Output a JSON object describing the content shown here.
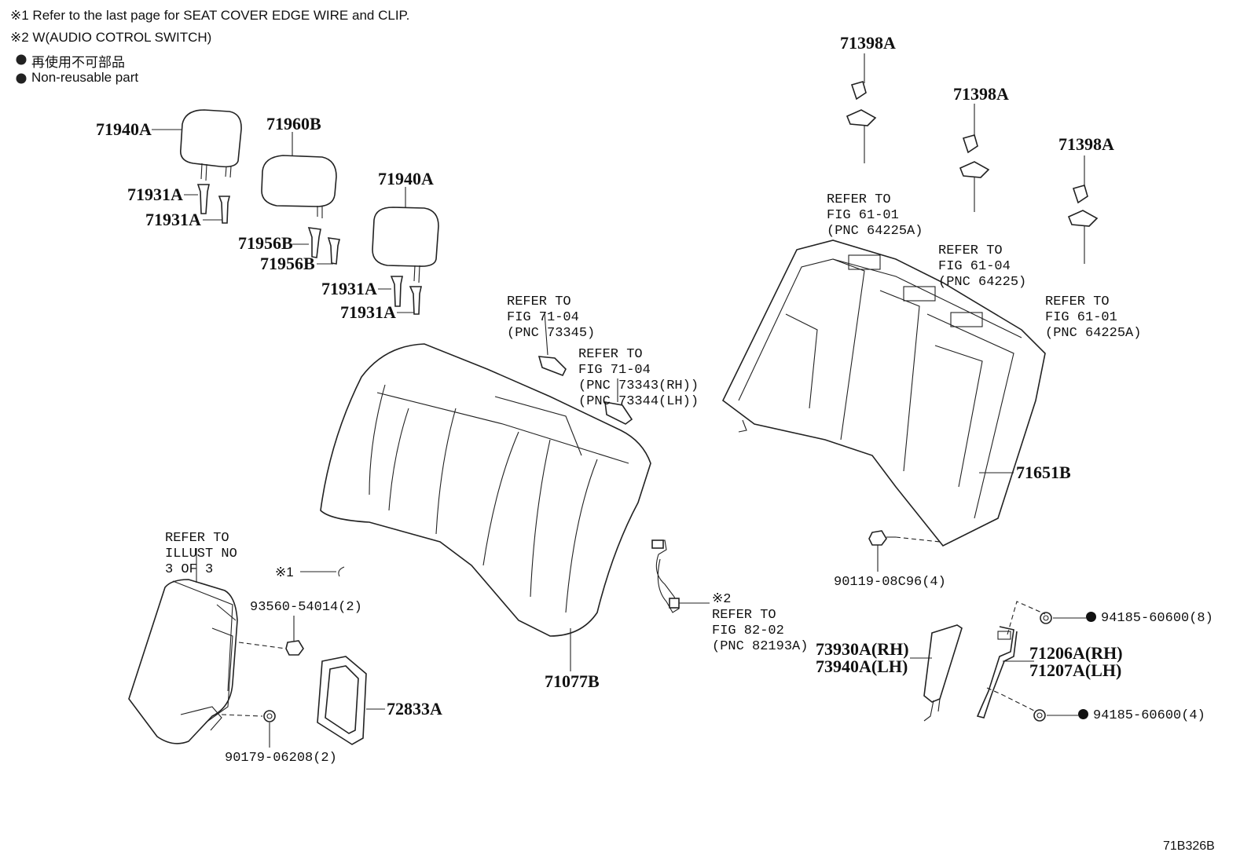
{
  "notes": {
    "note1": "※1  Refer to the last page for SEAT COVER EDGE WIRE and CLIP.",
    "note2": "※2  W(AUDIO COTROL SWITCH)",
    "legend_jp": "再使用不可部品",
    "legend_en": "Non-reusable part"
  },
  "labels": {
    "headrest_left": "71940A",
    "headrest_center": "71960B",
    "headrest_right": "71940A",
    "support_1": "71931A",
    "support_2": "71931A",
    "support_3": "71931A",
    "support_4": "71931A",
    "support_center_1": "71956B",
    "support_center_2": "71956B",
    "hook_1": "71398A",
    "hook_2": "71398A",
    "hook_3": "71398A",
    "seatback_cover": "71077B",
    "seatback_frame": "71651B",
    "armrest_bezel": "72833A",
    "lock_rh": "73930A(RH)",
    "lock_lh": "73940A(LH)",
    "hinge_rh": "71206A(RH)",
    "hinge_lh": "71207A(LH)"
  },
  "part_numbers": {
    "screw_armrest": "93560-54014(2)",
    "nut_armrest": "90179-06208(2)",
    "bolt_frame": "90119-08C96(4)",
    "nut_upper": "94185-60600(8)",
    "nut_lower": "94185-60600(4)"
  },
  "refs": {
    "ref_hook1": [
      "REFER TO",
      "FIG 61-01",
      "(PNC 64225A)"
    ],
    "ref_hook2": [
      "REFER TO",
      "FIG 61-04",
      "(PNC 64225)"
    ],
    "ref_hook3": [
      "REFER TO",
      "FIG 61-01",
      "(PNC 64225A)"
    ],
    "ref_belt1": [
      "REFER TO",
      "FIG 71-04",
      "(PNC 73345)"
    ],
    "ref_belt2": [
      "REFER TO",
      "FIG 71-04",
      "(PNC 73343(RH))",
      "(PNC 73344(LH))"
    ],
    "ref_armrest": [
      "REFER TO",
      "ILLUST NO",
      "3 OF 3"
    ],
    "ref_switch": [
      "※2",
      "REFER TO",
      "FIG 82-02",
      "(PNC 82193A)"
    ]
  },
  "callouts": {
    "clip_mark": "※1"
  },
  "diagram_code": "71B326B",
  "colors": {
    "ink": "#111111",
    "paper": "#ffffff"
  }
}
